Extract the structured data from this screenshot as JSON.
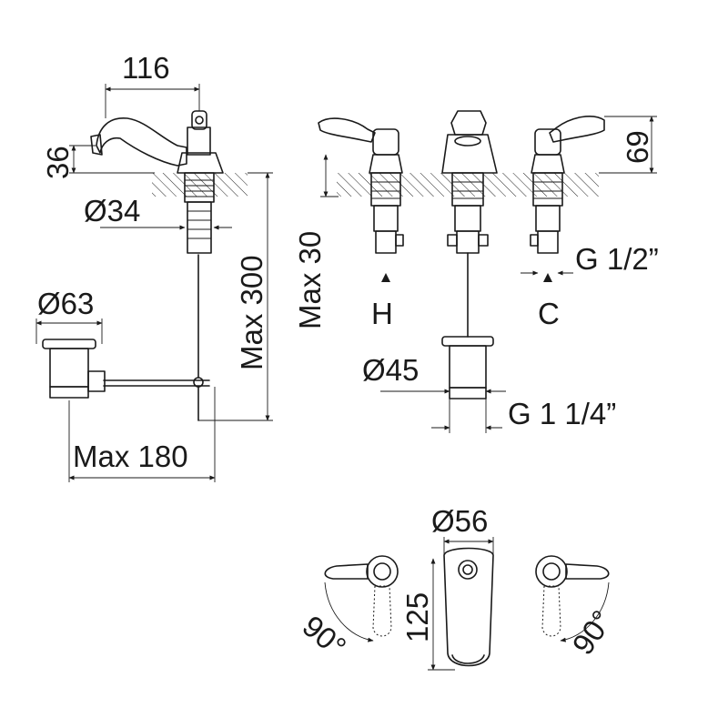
{
  "dimensions": {
    "spout_reach": "116",
    "spout_height": "36",
    "thread_diameter_single": "Ø34",
    "max_length": "Max 300",
    "waste_diameter": "Ø63",
    "max_rod": "Max 180",
    "handle_height": "69",
    "max_deck": "Max 30",
    "inlet_thread": "G 1/2”",
    "waste_plug_diameter": "Ø45",
    "waste_thread": "G 1 1/4”",
    "spout_base_diameter": "Ø56",
    "spout_length": "125",
    "rotation_left": "90°",
    "rotation_right": "90°"
  },
  "labels": {
    "hot": "H",
    "cold": "C"
  }
}
